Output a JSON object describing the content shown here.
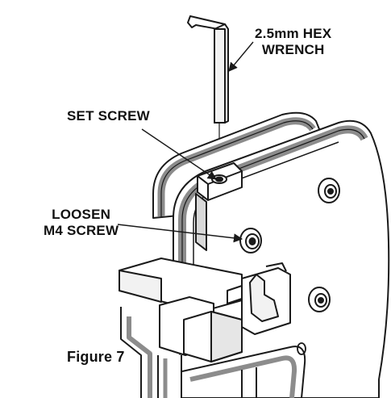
{
  "callouts": {
    "hex_wrench": {
      "line1": "2.5mm HEX",
      "line2": "WRENCH"
    },
    "set_screw": {
      "text": "SET SCREW"
    },
    "loosen_screw": {
      "line1": "LOOSEN",
      "line2": "M4 SCREW"
    }
  },
  "figure_caption": "Figure 7",
  "colors": {
    "ink": "#1a1a1a",
    "tool_gray": "#8c8c8c",
    "face_white": "#ffffff",
    "shadow_gray": "#d9d9d9"
  }
}
